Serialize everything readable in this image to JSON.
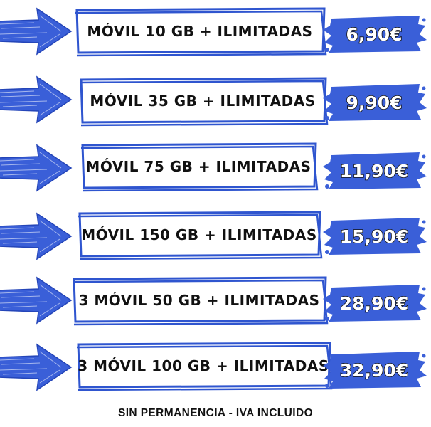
{
  "colors": {
    "accent_blue": "#3a5fd8",
    "box_border": "#2f55cf",
    "text": "#111111",
    "background": "#ffffff"
  },
  "icons": {
    "row_arrow": "arrow-right-icon"
  },
  "plans": [
    {
      "name": "MÓVIL 10 GB + ILIMITADAS",
      "price": "6,90€"
    },
    {
      "name": "MÓVIL 35 GB + ILIMITADAS",
      "price": "9,90€"
    },
    {
      "name": "MÓVIL 75 GB + ILIMITADAS",
      "price": "11,90€"
    },
    {
      "name": "MÓVIL 150 GB + ILIMITADAS",
      "price": "15,90€"
    },
    {
      "name": "3 MÓVIL 50 GB + ILIMITADAS",
      "price": "28,90€"
    },
    {
      "name": "3 MÓVIL 100 GB + ILIMITADAS",
      "price": "32,90€"
    }
  ],
  "footer": {
    "note": "SIN PERMANENCIA - IVA INCLUIDO"
  }
}
